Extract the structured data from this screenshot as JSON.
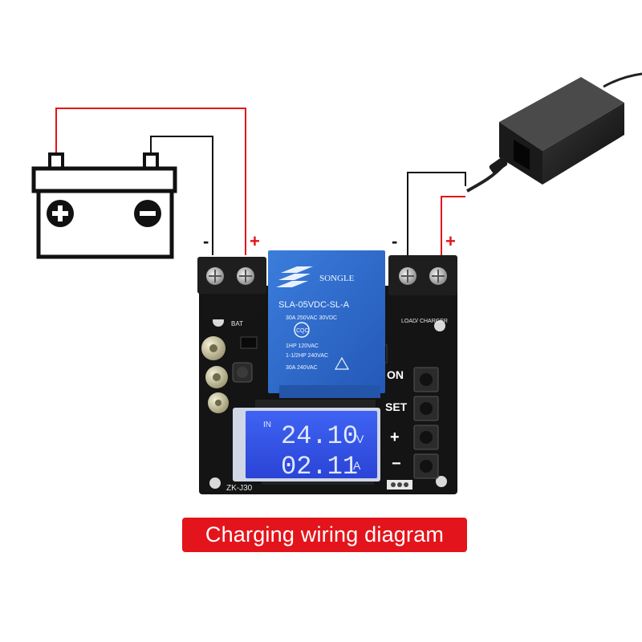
{
  "caption": "Charging wiring diagram",
  "battery": {
    "terminal_positive_symbol": "+",
    "terminal_negative_symbol": "−"
  },
  "wire_labels": {
    "bat_negative": "-",
    "bat_positive": "+",
    "load_negative": "-",
    "load_positive": "+"
  },
  "relay": {
    "brand": "SONGLE",
    "model": "SLA-05VDC-SL-A",
    "ratings": [
      "30A 250VAC 30VDC",
      "1HP 120VAC",
      "1-1/2HP 240VAC",
      "30A 240VAC"
    ],
    "cert": "CQC"
  },
  "board": {
    "model": "ZK-J30",
    "bat_label": "BAT",
    "load_label": "LOAD/ CHARGER",
    "on_indicator": "ON"
  },
  "buttons": [
    "ON",
    "SET",
    "+",
    "−"
  ],
  "lcd": {
    "row1_prefix": "IN",
    "row1_value": "24.10",
    "row1_unit": "V",
    "row2_value": "02.11",
    "row2_unit": "A"
  },
  "colors": {
    "wire_red": "#e3141b",
    "wire_black": "#111111",
    "caption_bg": "#e3141b",
    "relay_blue": "#2f6fcf",
    "lcd_blue": "#2f4fe8",
    "lcd_segment": "#dfe8ff",
    "pcb": "#141414",
    "terminal_block": "#1e1e1e"
  },
  "icons": [
    "battery-icon",
    "power-adapter-icon",
    "relay-icon",
    "lcd-display-icon"
  ]
}
